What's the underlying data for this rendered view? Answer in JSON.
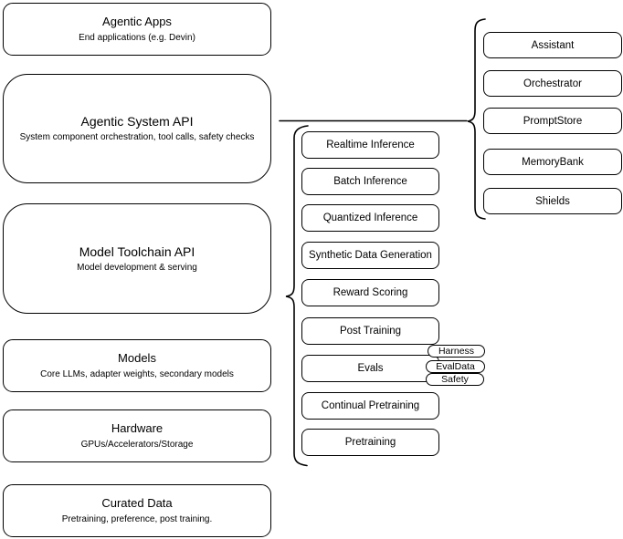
{
  "stack_layers": [
    {
      "title": "Agentic Apps",
      "subtitle": "End applications (e.g. Devin)"
    },
    {
      "title": "Agentic System API",
      "subtitle": "System component orchestration, tool calls, safety checks"
    },
    {
      "title": "Model Toolchain API",
      "subtitle": "Model development & serving"
    },
    {
      "title": "Models",
      "subtitle": "Core LLMs, adapter weights, secondary models"
    },
    {
      "title": "Hardware",
      "subtitle": "GPUs/Accelerators/Storage"
    },
    {
      "title": "Curated Data",
      "subtitle": "Pretraining, preference, post training."
    }
  ],
  "toolchain_components": [
    {
      "label": "Realtime Inference"
    },
    {
      "label": "Batch Inference"
    },
    {
      "label": "Quantized Inference"
    },
    {
      "label": "Synthetic Data Generation"
    },
    {
      "label": "Reward Scoring"
    },
    {
      "label": "Post Training"
    },
    {
      "label": "Evals"
    },
    {
      "label": "Continual Pretraining"
    },
    {
      "label": "Pretraining"
    }
  ],
  "evals_tags": [
    {
      "label": "Harness"
    },
    {
      "label": "EvalData"
    },
    {
      "label": "Safety"
    }
  ],
  "system_components": [
    {
      "label": "Assistant"
    },
    {
      "label": "Orchestrator"
    },
    {
      "label": "PromptStore"
    },
    {
      "label": "MemoryBank"
    },
    {
      "label": "Shields"
    }
  ],
  "colors": {
    "stroke": "#000000",
    "fill": "#ffffff",
    "text": "#000000"
  }
}
